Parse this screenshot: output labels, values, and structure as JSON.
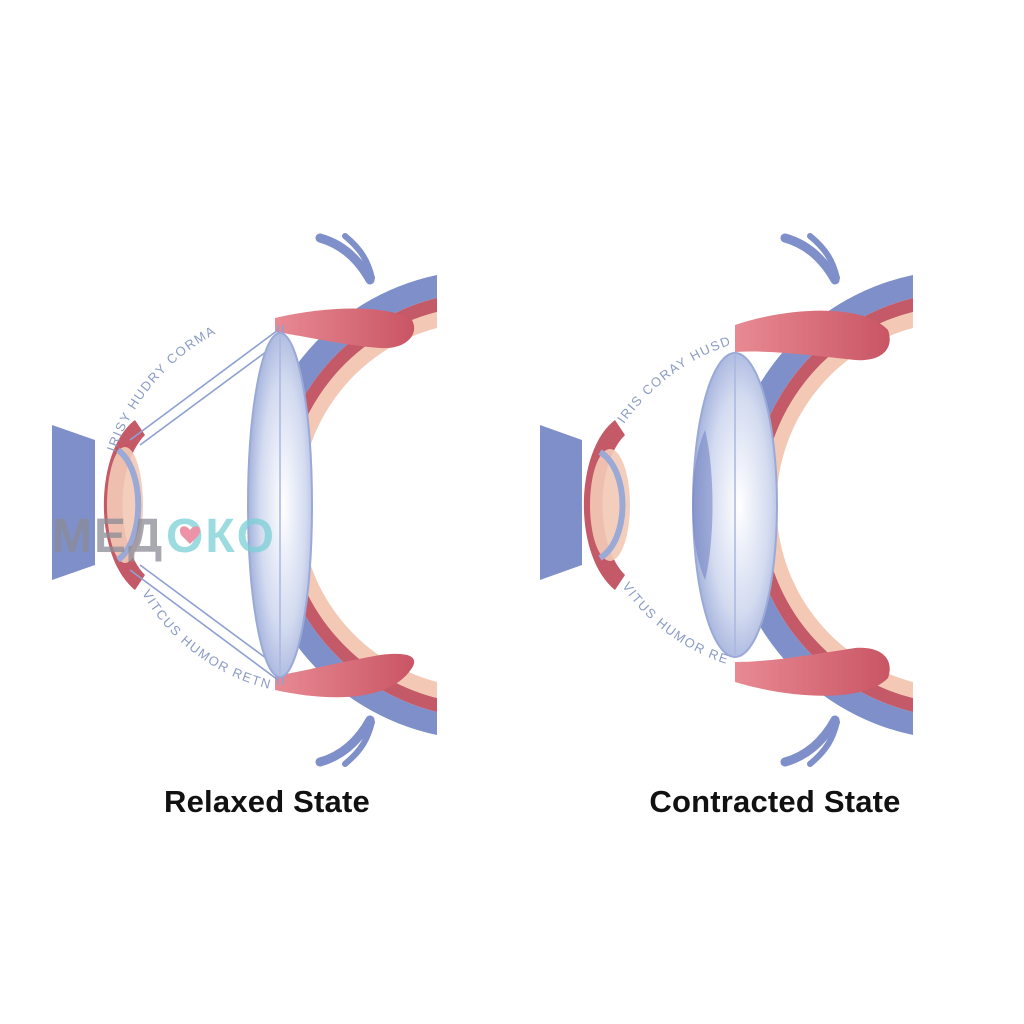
{
  "panels": [
    {
      "caption": "Relaxed State",
      "upper_label": "IRISY HUDRY CORMA",
      "lower_label": "VITCUS HUMOR RETNA"
    },
    {
      "caption": "Contracted State",
      "upper_label": "IRIS CORAY HUSDY",
      "lower_label": "VITUS HUMOR RETNA"
    }
  ],
  "watermark": {
    "part1": "МЕД",
    "part2": "ОКО"
  },
  "colors": {
    "sclera": "#7f8fc9",
    "choroid": "#c45a68",
    "retina_band": "#f3c9b6",
    "ciliary_muscle": "#d86a77",
    "lens": "#b9c5e8",
    "zonule": "#8ea0d2",
    "watermark_dark": "#8c8c96",
    "watermark_teal": "#7ccfd6"
  }
}
